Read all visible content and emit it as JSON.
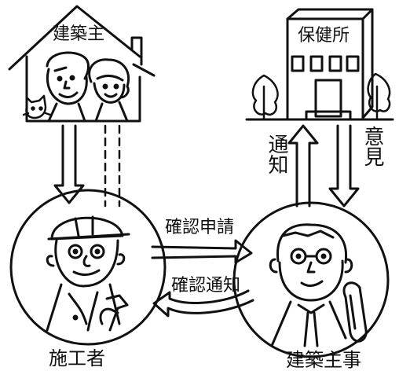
{
  "nodes": {
    "owner": {
      "label": "建築主"
    },
    "health_center": {
      "label": "保健所"
    },
    "builder": {
      "label": "施工者"
    },
    "official": {
      "label": "建築主事"
    }
  },
  "arrows": {
    "application": {
      "label": "確認申請"
    },
    "notice": {
      "label": "確認通知"
    },
    "to_health": {
      "label": "通知"
    },
    "opinion": {
      "label": "意見"
    }
  }
}
